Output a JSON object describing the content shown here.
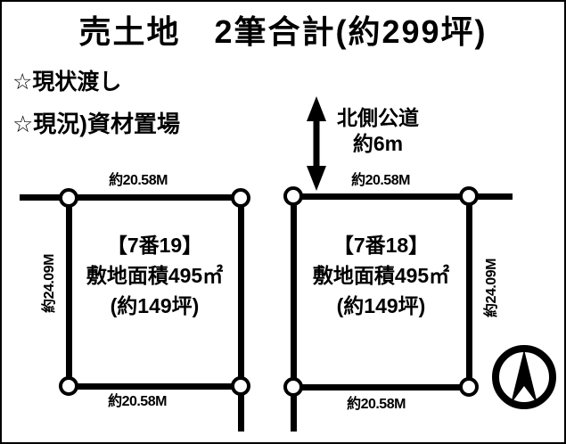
{
  "header": {
    "title": "売土地　2筆合計(約299坪)",
    "notes": [
      "☆現状渡し",
      "☆現況)資材置場"
    ]
  },
  "road": {
    "name": "北側公道",
    "width": "約6m",
    "arrow_icon": "double-headed-vertical-arrow"
  },
  "plots": [
    {
      "lot_number": "【7番19】",
      "area": "敷地面積495㎡",
      "area_tsubo": "(約149坪)",
      "dim_top": "約20.58M",
      "dim_bottom": "約20.58M",
      "dim_side": "約24.09M"
    },
    {
      "lot_number": "【7番18】",
      "area": "敷地面積495㎡",
      "area_tsubo": "(約149坪)",
      "dim_top": "約20.58M",
      "dim_bottom": "約20.58M",
      "dim_side": "約24.09M"
    }
  ],
  "compass_icon": "north-arrow-compass",
  "colors": {
    "line": "#000000",
    "background": "#ffffff",
    "text": "#000000"
  }
}
